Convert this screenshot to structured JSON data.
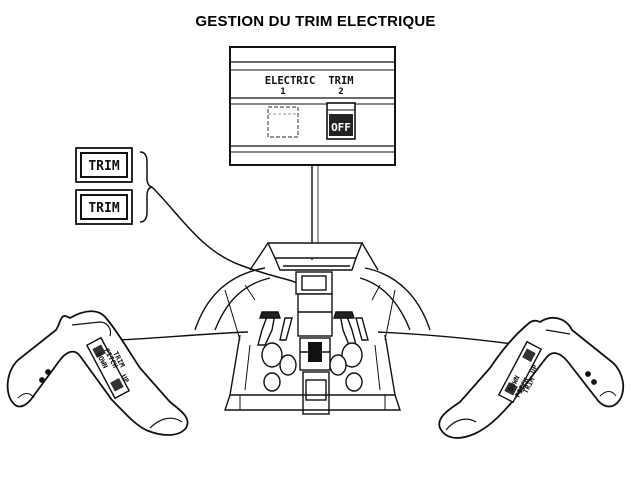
{
  "title": "GESTION DU TRIM ELECTRIQUE",
  "panel": {
    "electric_label": "ELECTRIC",
    "electric_num": "1",
    "trim_label": "TRIM",
    "trim_num": "2",
    "off_label": "OFF"
  },
  "annunciators": [
    {
      "label": "TRIM"
    },
    {
      "label": "TRIM"
    }
  ],
  "yoke_left_switch": [
    "DOWN",
    "PITCH",
    "TRIM",
    "UP"
  ],
  "yoke_right_switch": [
    "DOWN",
    "PITCH",
    "TRIM",
    "UP"
  ]
}
